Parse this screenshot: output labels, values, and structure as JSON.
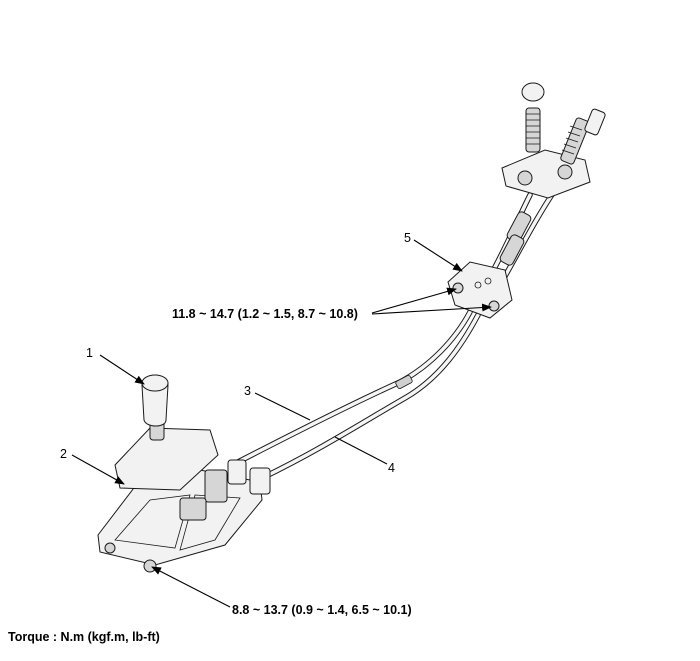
{
  "callouts": {
    "c1": "1",
    "c2": "2",
    "c3": "3",
    "c4": "4",
    "c5": "5"
  },
  "torque_specs": {
    "bracket_bolts": "11.8 ~ 14.7 (1.2 ~ 1.5, 8.7 ~ 10.8)",
    "base_bolts": "8.8 ~ 13.7 (0.9 ~ 1.4, 6.5 ~ 10.1)"
  },
  "footer": {
    "torque_units": "Torque : N.m (kgf.m, lb-ft)"
  }
}
